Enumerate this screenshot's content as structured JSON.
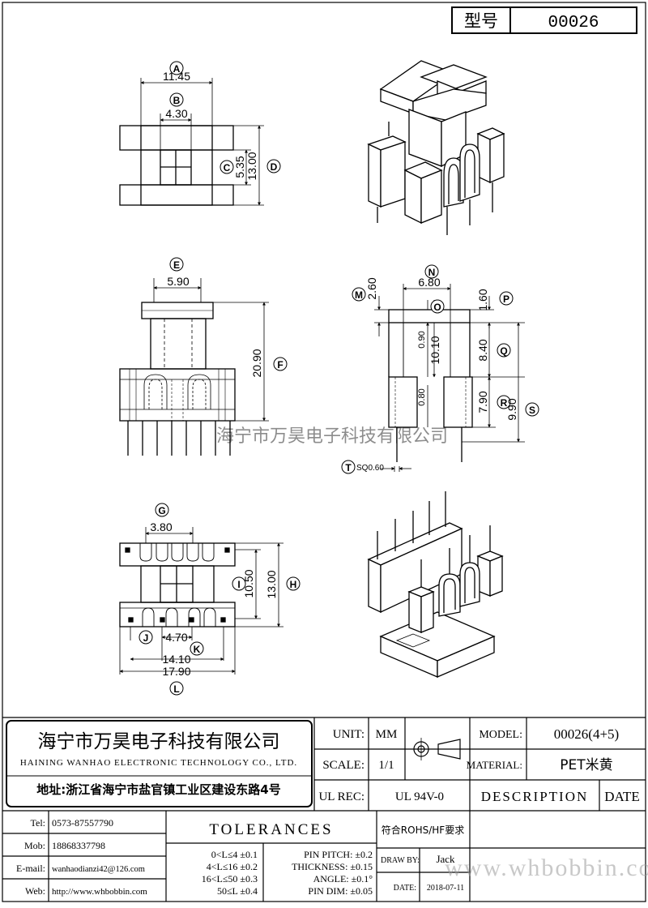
{
  "header": {
    "type_label": "型号",
    "type_value": "00026"
  },
  "dimensions": {
    "A": {
      "letter": "A",
      "value": "11.45"
    },
    "B": {
      "letter": "B",
      "value": "4.30"
    },
    "C": {
      "letter": "C",
      "value": "5.35"
    },
    "D": {
      "letter": "D",
      "value": "13.00"
    },
    "E": {
      "letter": "E",
      "value": "5.90"
    },
    "F": {
      "letter": "F",
      "value": "20.90"
    },
    "G": {
      "letter": "G",
      "value": "3.80"
    },
    "H": {
      "letter": "H",
      "value": "13.00"
    },
    "I": {
      "letter": "I",
      "value": "10.50"
    },
    "J": {
      "letter": "J",
      "value": "4.70"
    },
    "K": {
      "letter": "K",
      "value": "14.10"
    },
    "L": {
      "letter": "L",
      "value": "17.90"
    },
    "M": {
      "letter": "M",
      "value": "2.60"
    },
    "N": {
      "letter": "N",
      "value": "6.80"
    },
    "O": {
      "letter": "O",
      "value": "0.90"
    },
    "O2": {
      "value": "10.10"
    },
    "P": {
      "letter": "P",
      "value": "1.60"
    },
    "Q": {
      "letter": "Q",
      "value": "8.40"
    },
    "R": {
      "letter": "R",
      "value": "7.90"
    },
    "R2": {
      "value": "0.80"
    },
    "S": {
      "letter": "S",
      "value": "9.90"
    },
    "T": {
      "letter": "T",
      "value": "SQ0.60"
    }
  },
  "watermark_center": "海宁市万昊电子科技有限公司",
  "title_block": {
    "company_cn": "海宁市万昊电子科技有限公司",
    "company_en": "HAINING WANHAO ELECTRONIC TECHNOLOGY CO., LTD.",
    "address": "地址:浙江省海宁市盐官镇工业区建设东路4号",
    "unit_label": "UNIT:",
    "unit_value": "MM",
    "scale_label": "SCALE:",
    "scale_value": "1/1",
    "ulrec_label": "UL REC:",
    "ulrec_value": "UL 94V-0",
    "model_label": "MODEL:",
    "model_value": "00026(4+5)",
    "material_label": "MATERIAL:",
    "material_value": "PET米黄",
    "description_label": "DESCRIPTION",
    "date_col_label": "DATE",
    "tel_label": "Tel:",
    "tel_value": "0573-87557790",
    "mob_label": "Mob:",
    "mob_value": "18868337798",
    "email_label": "E-mail:",
    "email_value": "wanhaodianzi42@126.com",
    "web_label": "Web:",
    "web_value": "http://www.whbobbin.com",
    "tolerances_title": "TOLERANCES",
    "tol_rows": [
      "0<L≤4 ±0.1",
      "4<L≤16 ±0.2",
      "16<L≤50 ±0.3",
      "50≤L ±0.4"
    ],
    "pin_rows": [
      "PIN PITCH: ±0.2",
      "THICKNESS: ±0.15",
      "ANGLE: ±0.1°",
      "PIN DIM: ±0.05"
    ],
    "rohs": "符合ROHS/HF要求",
    "drawby_label": "DRAW BY:",
    "drawby_value": "Jack",
    "date_label": "DATE:",
    "date_value": "2018-07-11",
    "watermark_url": "www.whbobbin.com"
  }
}
